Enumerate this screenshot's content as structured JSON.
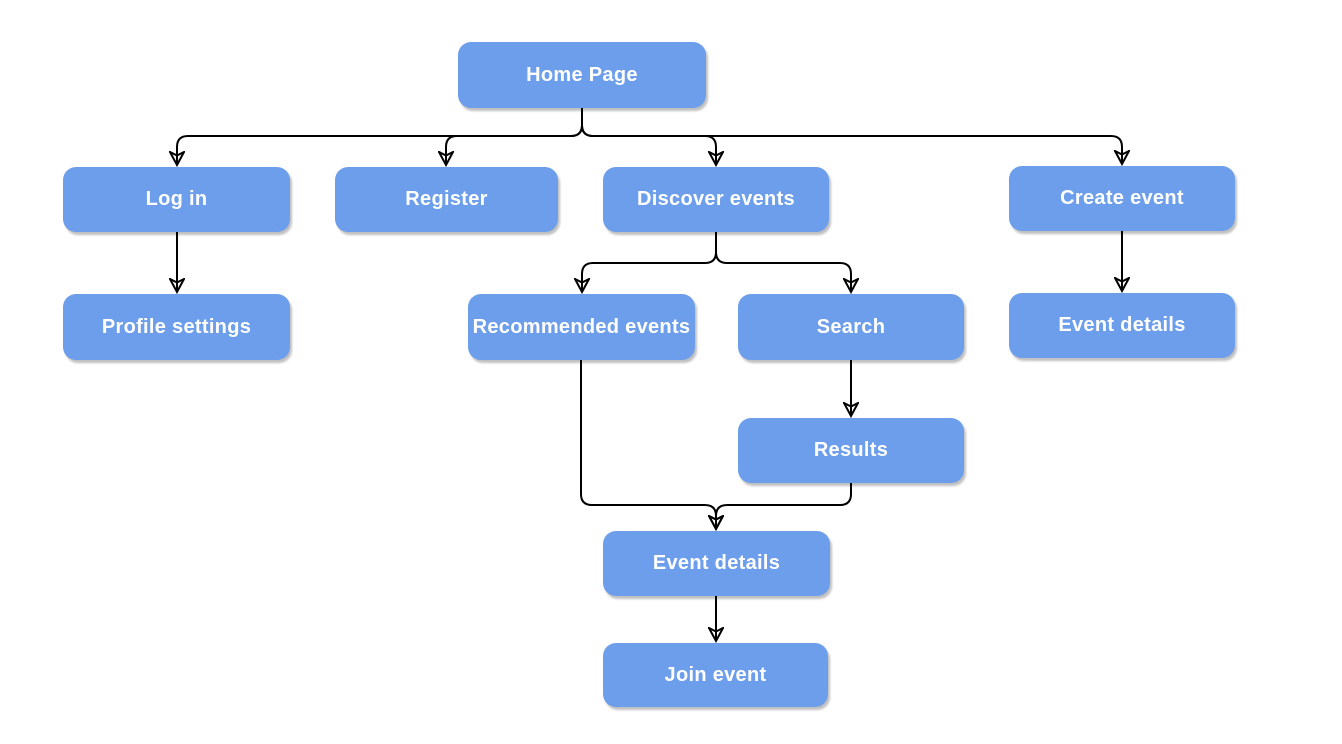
{
  "colors": {
    "node_fill": "#6D9EEB",
    "node_text": "#FFFFFF",
    "connector": "#000000",
    "background": "#FFFFFF"
  },
  "nodes": {
    "home_page": {
      "label": "Home Page"
    },
    "log_in": {
      "label": "Log in"
    },
    "register": {
      "label": "Register"
    },
    "discover_events": {
      "label": "Discover events"
    },
    "create_event": {
      "label": "Create event"
    },
    "profile_settings": {
      "label": "Profile settings"
    },
    "recommended_events": {
      "label": "Recommended events"
    },
    "search": {
      "label": "Search"
    },
    "event_details_create": {
      "label": "Event details"
    },
    "results": {
      "label": "Results"
    },
    "event_details_main": {
      "label": "Event details"
    },
    "join_event": {
      "label": "Join event"
    }
  },
  "edges": [
    {
      "from": "home_page",
      "to": "log_in"
    },
    {
      "from": "home_page",
      "to": "register"
    },
    {
      "from": "home_page",
      "to": "discover_events"
    },
    {
      "from": "home_page",
      "to": "create_event"
    },
    {
      "from": "log_in",
      "to": "profile_settings"
    },
    {
      "from": "discover_events",
      "to": "recommended_events"
    },
    {
      "from": "discover_events",
      "to": "search"
    },
    {
      "from": "create_event",
      "to": "event_details_create"
    },
    {
      "from": "search",
      "to": "results"
    },
    {
      "from": "recommended_events",
      "to": "event_details_main"
    },
    {
      "from": "results",
      "to": "event_details_main"
    },
    {
      "from": "event_details_main",
      "to": "join_event"
    }
  ]
}
